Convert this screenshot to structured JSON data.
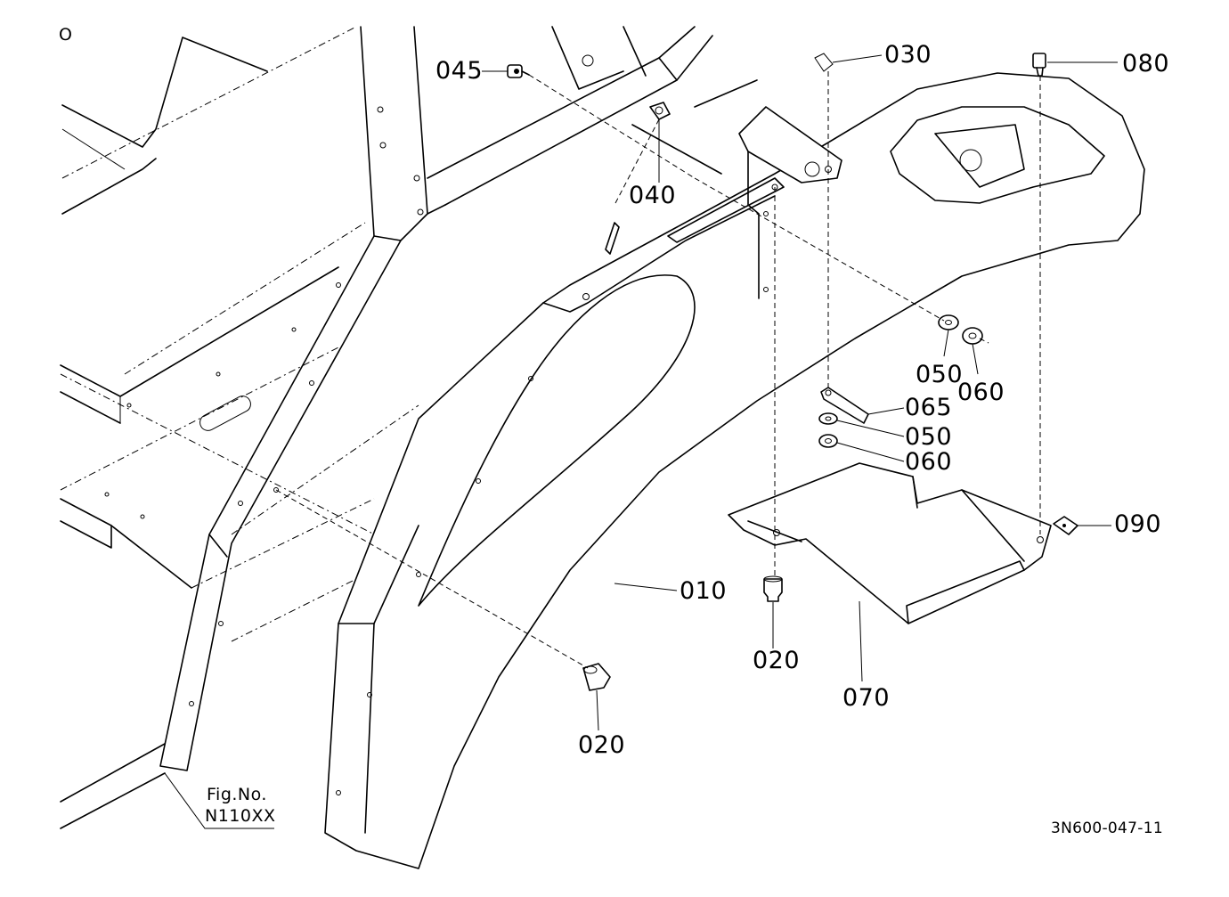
{
  "diagram": {
    "corner_mark": "O",
    "parts": {
      "p010": "010",
      "p020a": "020",
      "p020b": "020",
      "p030": "030",
      "p040": "040",
      "p045": "045",
      "p050a": "050",
      "p050b": "050",
      "p060a": "060",
      "p060b": "060",
      "p065": "065",
      "p070": "070",
      "p080": "080",
      "p090": "090"
    },
    "fig_label": "Fig.No.",
    "fig_number": "N110XX",
    "drawing_code": "3N600-047-11"
  }
}
